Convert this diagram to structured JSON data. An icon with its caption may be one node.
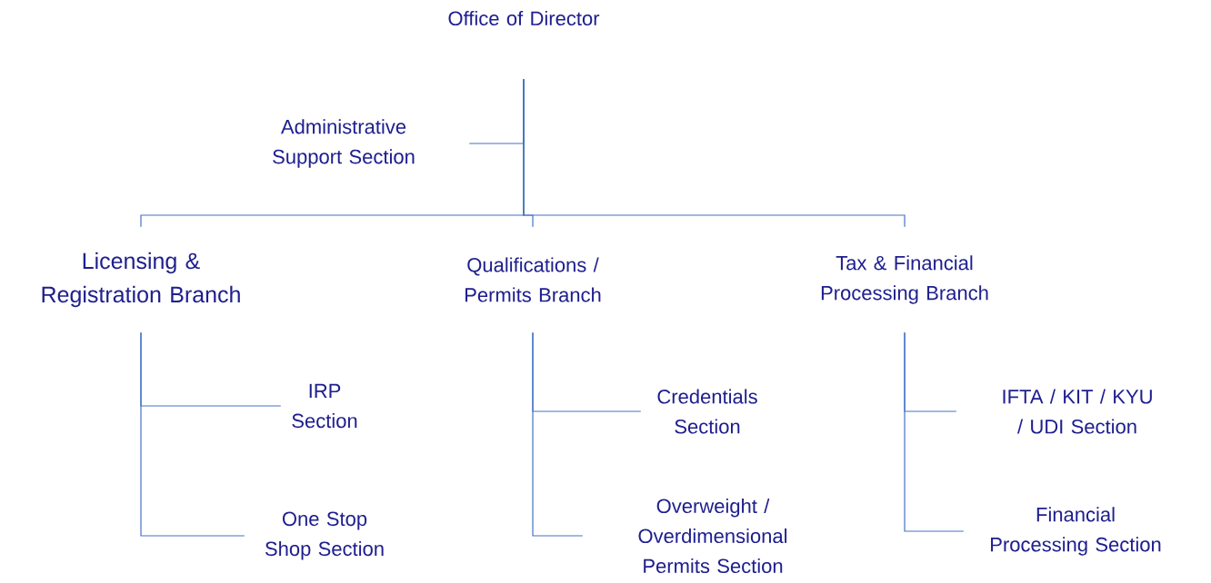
{
  "diagram": {
    "nodes": [
      {
        "text": [
          "Office of Director"
        ]
      },
      {
        "text": [
          "Administrative Support Section"
        ]
      },
      {
        "text": [
          "Licensing & Registration Branch"
        ]
      },
      {
        "text": [
          "Qualifications / Permits Branch"
        ]
      },
      {
        "text": [
          "Tax & Financial Processing Branch"
        ]
      },
      {
        "text": [
          "IRP Section"
        ]
      },
      {
        "text": [
          "One Stop Shop Section"
        ]
      },
      {
        "text": [
          "Credentials Section"
        ]
      },
      {
        "text": [
          "Overweight / Overdimensional Permits Section"
        ]
      },
      {
        "text": [
          "IFTA / KIT / KYU / UDI Section"
        ]
      },
      {
        "text": [
          "Financial Processing Section"
        ]
      }
    ],
    "edges": [
      {
        "from": 0,
        "to": 1,
        "arrow": "none"
      },
      {
        "from": 0,
        "to": 2,
        "arrow": "none"
      },
      {
        "from": 0,
        "to": 3,
        "arrow": "none"
      },
      {
        "from": 0,
        "to": 4,
        "arrow": "none"
      },
      {
        "from": 2,
        "to": 5,
        "arrow": "none"
      },
      {
        "from": 2,
        "to": 6,
        "arrow": "none"
      },
      {
        "from": 3,
        "to": 7,
        "arrow": "none"
      },
      {
        "from": 3,
        "to": 8,
        "arrow": "none"
      },
      {
        "from": 4,
        "to": 9,
        "arrow": "none"
      },
      {
        "from": 4,
        "to": 10,
        "arrow": "none"
      }
    ]
  }
}
